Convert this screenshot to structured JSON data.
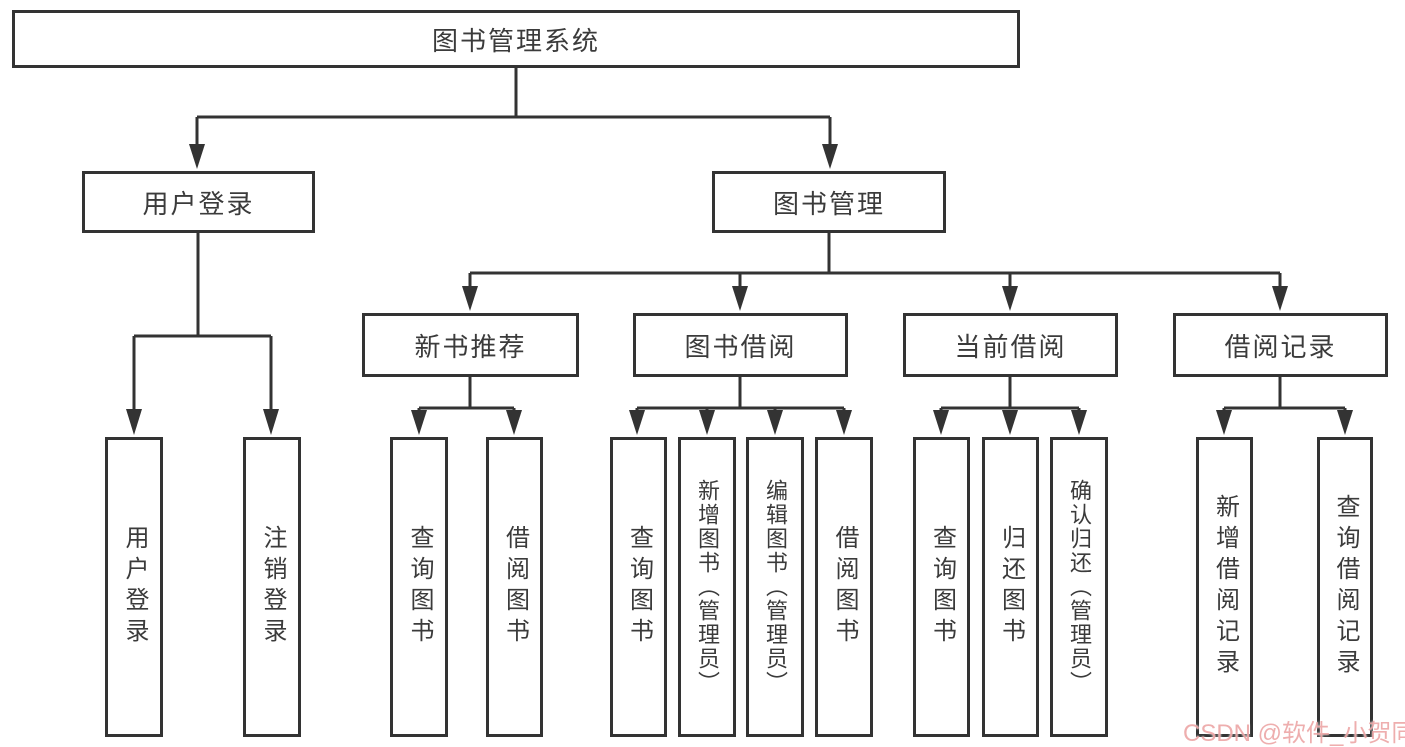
{
  "colors": {
    "line": "#333333",
    "box_border": "#333333",
    "text": "#3b3b3b",
    "background": "#ffffff",
    "watermark": "#eba0a0"
  },
  "diagram": {
    "root": {
      "label": "图书管理系统"
    },
    "level2": [
      {
        "label": "用户登录"
      },
      {
        "label": "图书管理"
      }
    ],
    "level3": [
      {
        "label": "新书推荐"
      },
      {
        "label": "图书借阅"
      },
      {
        "label": "当前借阅"
      },
      {
        "label": "借阅记录"
      }
    ],
    "leaf_groups": [
      {
        "parent": "用户登录",
        "items": [
          {
            "label": "用户登录"
          },
          {
            "label": "注销登录"
          }
        ]
      },
      {
        "parent": "新书推荐",
        "items": [
          {
            "label": "查询图书"
          },
          {
            "label": "借阅图书"
          }
        ]
      },
      {
        "parent": "图书借阅",
        "items": [
          {
            "label": "查询图书"
          },
          {
            "label": "新增图书（管理员）"
          },
          {
            "label": "编辑图书（管理员）"
          },
          {
            "label": "借阅图书"
          }
        ]
      },
      {
        "parent": "当前借阅",
        "items": [
          {
            "label": "查询图书"
          },
          {
            "label": "归还图书"
          },
          {
            "label": "确认归还（管理员）"
          }
        ]
      },
      {
        "parent": "借阅记录",
        "items": [
          {
            "label": "新增借阅记录"
          },
          {
            "label": "查询借阅记录"
          }
        ]
      }
    ]
  },
  "watermark": {
    "text": "CSDN @软件_小贺同学"
  }
}
